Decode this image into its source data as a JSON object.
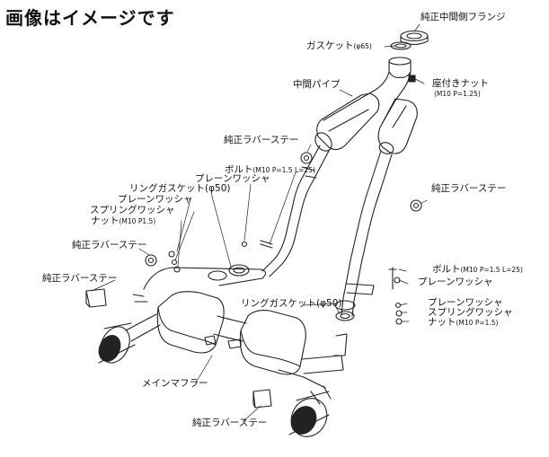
{
  "title": "画像はイメージです",
  "labels": {
    "center_side_flange": "純正中間側フランジ",
    "gasket": "ガスケット",
    "gasket_size": "(φ65)",
    "flanged_nut": "座付きナット",
    "flanged_nut_spec": "(M10 P=1.25)",
    "center_pipe": "中間パイプ",
    "rubber_stay_1": "純正ラバーステー",
    "rubber_stay_2": "純正ラバーステー",
    "rubber_stay_3": "純正ラバーステー",
    "rubber_stay_4": "純正ラバーステー",
    "rubber_stay_5": "純正ラバーステー",
    "bolt_left": "ボルト",
    "bolt_left_spec": "(M10 P=1.5 L=25)",
    "plain_washer_left_1": "プレーンワッシャ",
    "ring_gasket_left": "リングガスケット",
    "ring_gasket_left_size": "(φ50)",
    "plain_washer_left_2": "プレーンワッシャ",
    "spring_washer_left": "スプリングワッシャ",
    "nut_left": "ナット",
    "nut_left_spec": "(M10 P1.5)",
    "bolt_right": "ボルト",
    "bolt_right_spec": "(M10 P=1.5 L=25)",
    "plain_washer_right_1": "プレーンワッシャ",
    "ring_gasket_right": "リングガスケット",
    "ring_gasket_right_size": "(φ50)",
    "plain_washer_right_2": "プレーンワッシャ",
    "spring_washer_right": "スプリングワッシャ",
    "nut_right": "ナット",
    "nut_right_spec": "(M10 P=1.5)",
    "main_muffler": "メインマフラー"
  }
}
